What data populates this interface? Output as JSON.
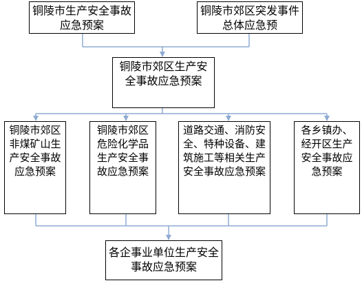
{
  "diagram": {
    "top_left": "铜陵市生产安全事故应急预案",
    "top_right": "铜陵市郊区突发事件总体应急预",
    "middle": "铜陵市郊区生产安全事故应急预案",
    "level4": [
      "铜陵市郊区非煤矿山生产安全事故应急预案",
      "铜陵市郊区危险化学品生产安全事故应急预案",
      "道路交通、消防安全、特种设备、建筑施工等相关生产安全事故应急预案",
      "各乡镇办、经开区生产安全事故应急预案"
    ],
    "bottom": "各企事业单位生产安全事故应急预案",
    "colors": {
      "connector": "#8eabd3",
      "border": "#000000",
      "text": "#000000"
    }
  }
}
